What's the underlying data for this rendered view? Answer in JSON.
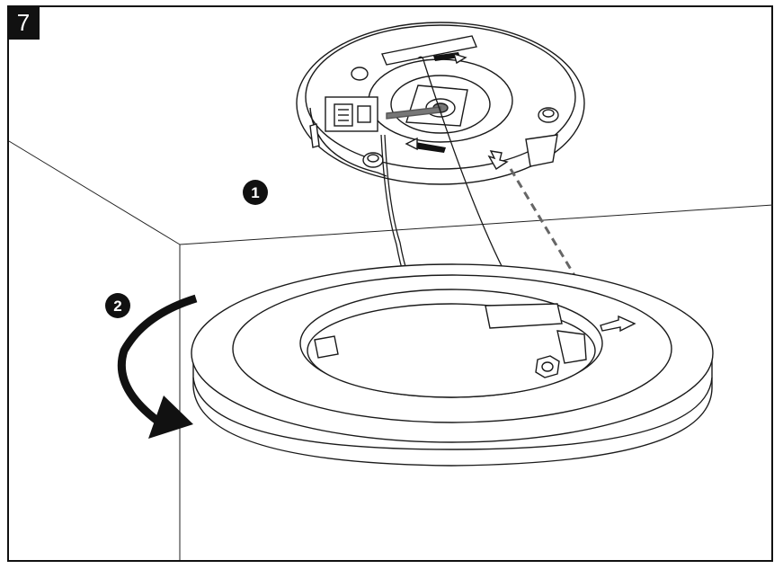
{
  "step": {
    "number": "7"
  },
  "callouts": [
    {
      "number": "1"
    },
    {
      "number": "2"
    }
  ],
  "colors": {
    "line": "#1a1a1a",
    "fill": "#ffffff",
    "dark": "#111111",
    "gray": "#777777"
  }
}
